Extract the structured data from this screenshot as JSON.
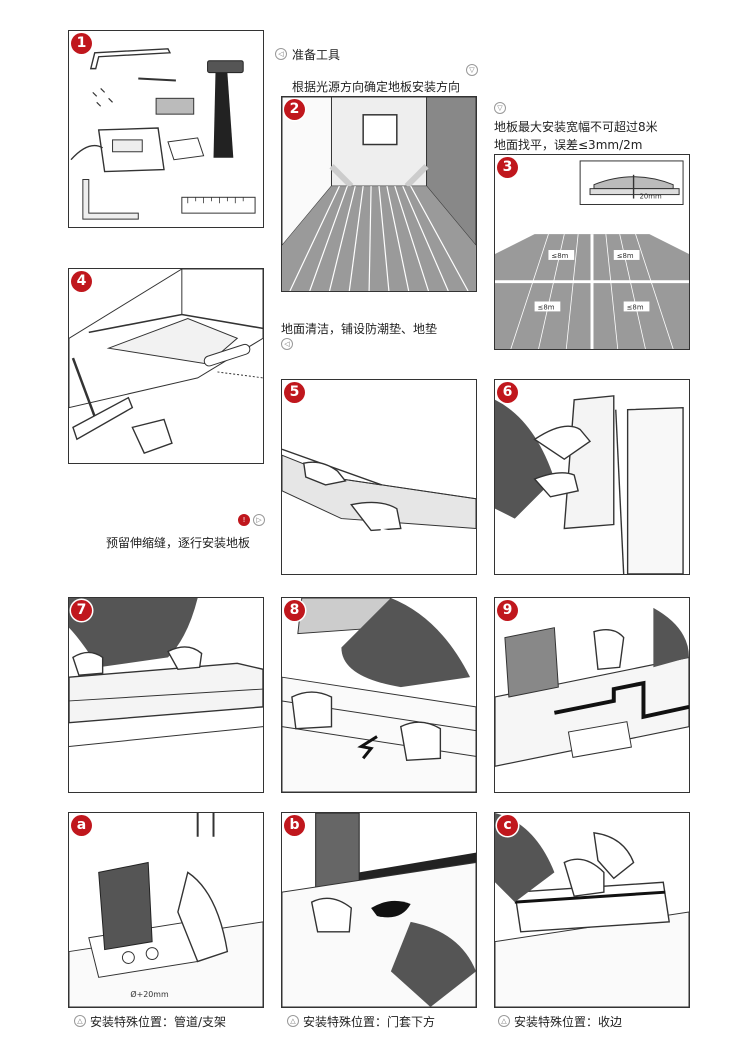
{
  "steps": {
    "s1": "1",
    "s2": "2",
    "s3": "3",
    "s4": "4",
    "s5": "5",
    "s6": "6",
    "s7": "7",
    "s8": "8",
    "s9": "9",
    "sa": "a",
    "sb": "b",
    "sc": "c"
  },
  "captions": {
    "tools": "准备工具",
    "direction": "根据光源方向确定地板安装方向",
    "width_line1": "地板最大安装宽幅不可超过8米",
    "width_line2": "地面找平，误差≤3mm/2m",
    "clean": "地面清洁，铺设防潮垫、地垫",
    "expansion": "预留伸缩缝，逐行安装地板",
    "pipe": "安装特殊位置：管道/支架",
    "door": "安装特殊位置：门套下方",
    "edge": "安装特殊位置：收边"
  },
  "labels": {
    "dim_20mm": "20mm",
    "le8m": "≤8m",
    "pipe_dim": "Ø+20mm"
  },
  "icons": {
    "caption_bullet": "triangle-circle-icon",
    "warning": "exclamation-icon",
    "step_badge": "circle-number-badge"
  },
  "colors": {
    "badge": "#c0171d",
    "line": "#333333",
    "floor": "#8a8a8a",
    "skin": "#ffffff",
    "sleeve": "#555555"
  }
}
